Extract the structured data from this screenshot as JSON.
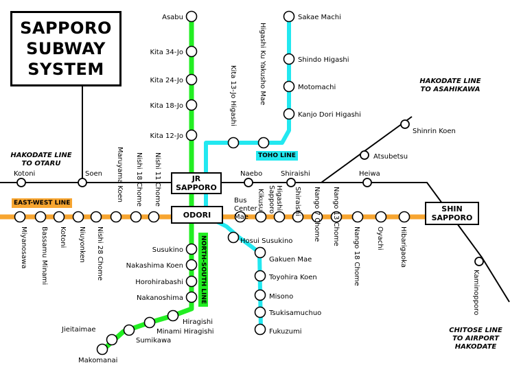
{
  "title": [
    "SAPPORO",
    "SUBWAY",
    "SYSTEM"
  ],
  "colors": {
    "north_south": "#22ee22",
    "east_west": "#f7a530",
    "toho": "#22e8f0",
    "jr": "#000000"
  },
  "lines": {
    "north_south": "NORTH-SOUTH LINE",
    "east_west": "EAST-WEST LINE",
    "toho": "TOHO LINE"
  },
  "hubs": {
    "jr_sapporo": [
      "JR",
      "SAPPORO"
    ],
    "odori": [
      "ODORI"
    ],
    "shin_sapporo": [
      "SHIN",
      "SAPPORO"
    ]
  },
  "jr_labels": {
    "hakodate_otaru": [
      "HAKODATE LINE",
      "TO OTARU"
    ],
    "hakodate_asahikawa": [
      "HAKODATE LINE",
      "TO ASAHIKAWA"
    ],
    "chitose": [
      "CHITOSE LINE",
      "TO AIRPORT",
      "HAKODATE"
    ]
  },
  "stations": {
    "asabu": "Asabu",
    "kita34": "Kita 34-Jo",
    "kita24": "Kita 24-Jo",
    "kita18": "Kita 18-Jo",
    "kita12": "Kita 12-Jo",
    "susukino": "Susukino",
    "nakajima": "Nakashima Koen",
    "horohira": "Horohirabashi",
    "nakanoshima": "Nakanoshima",
    "hiragishi": "Hiragishi",
    "minami_hiragishi": "Minami Hiragishi",
    "sumikawa": "Sumikawa",
    "jieitaimae": "Jieitaimae",
    "makomanai": "Makomanai",
    "sakae": "Sakae Machi",
    "shindo": "Shindo Higashi",
    "motomachi": "Motomachi",
    "kanjo": "Kanjo Dori Higashi",
    "higashiku": "Higashi Ku Yakusho Mae",
    "kita13": "Kita 13-Jo Higashi",
    "hosui": "Hosui Susukino",
    "gakuen": "Gakuen Mae",
    "toyohira": "Toyohira Koen",
    "misono": "Misono",
    "tsukisamu": "Tsukisamuchuo",
    "fukuzumi": "Fukuzumi",
    "miyanosawa": "Miyanosawa",
    "hassamu": "Bassamu Minami",
    "kotoni_ew": "Kotoni",
    "nijuyonken": "Niuyonken",
    "nishi28": "Nishi 28 Chome",
    "maruyama": "Maruyama Koen",
    "nishi18": "Nishi 18 Chome",
    "nishi11": "Nishi 11 Chome",
    "bus_center": [
      "Bus",
      "Center",
      "Mae"
    ],
    "kikusui": "Kikusui",
    "higashi_sapporo": [
      "Higashi",
      "Sapporo"
    ],
    "shiroishi_ew": "Shiraishi",
    "nango7": "Nango 7 Chome",
    "nango13": "Nango 13 Chome",
    "nango18": "Nango 18 Chome",
    "oyachi": "Oyachi",
    "hibarigaoka": "Hibarigaoka",
    "kotoni_jr": "Kotoni",
    "soen": "Soen",
    "naebo": "Naebo",
    "shiroishi_jr": "Shiraishi",
    "heiwa": "Heiwa",
    "atsubetsu": "Atsubetsu",
    "shinrin": "Shinrin Koen",
    "kaminopporo": "Kaminopporo"
  }
}
